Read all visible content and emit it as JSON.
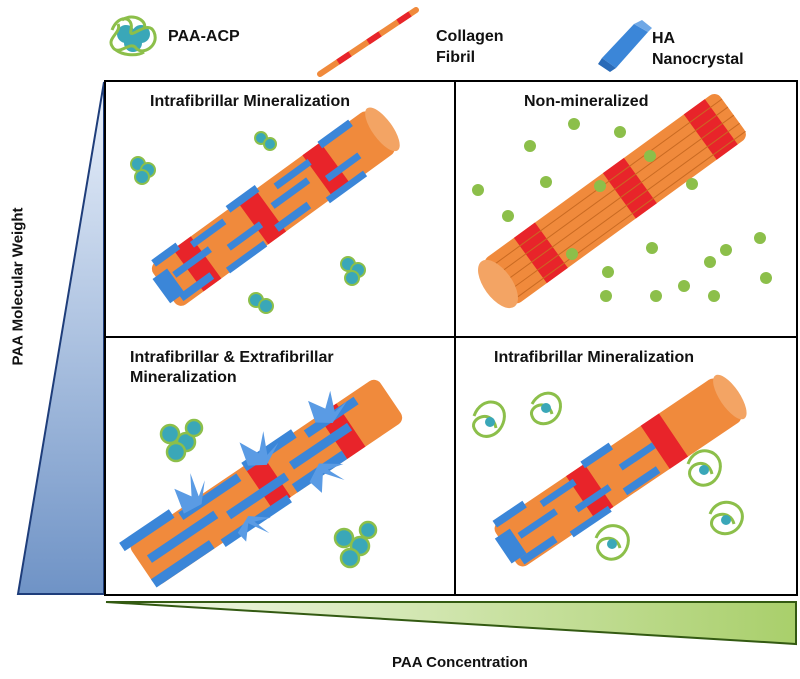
{
  "legend": {
    "paa_acp": "PAA-ACP",
    "collagen_line1": "Collagen",
    "collagen_line2": "Fibril",
    "ha_line1": "HA",
    "ha_line2": "Nanocrystal"
  },
  "quadrants": {
    "top_left": {
      "title": "Intrafibrillar  Mineralization"
    },
    "top_right": {
      "title": "Non-mineralized"
    },
    "bottom_left": {
      "title_line1": "Intrafibrillar  & Extrafibrillar",
      "title_line2": "Mineralization"
    },
    "bottom_right": {
      "title": "Intrafibrillar  Mineralization"
    }
  },
  "axes": {
    "y_label": "PAA Molecular Weight",
    "x_label": "PAA Concentration"
  },
  "colors": {
    "collagen_orange": "#f08a3c",
    "collagen_red": "#e8242a",
    "ha_blue": "#3b86d8",
    "paa_green": "#8cbf4a",
    "acp_teal": "#3aa7b8",
    "wedge_blue_dark": "#6f93c6",
    "wedge_green_dark": "#a9cf6b"
  }
}
